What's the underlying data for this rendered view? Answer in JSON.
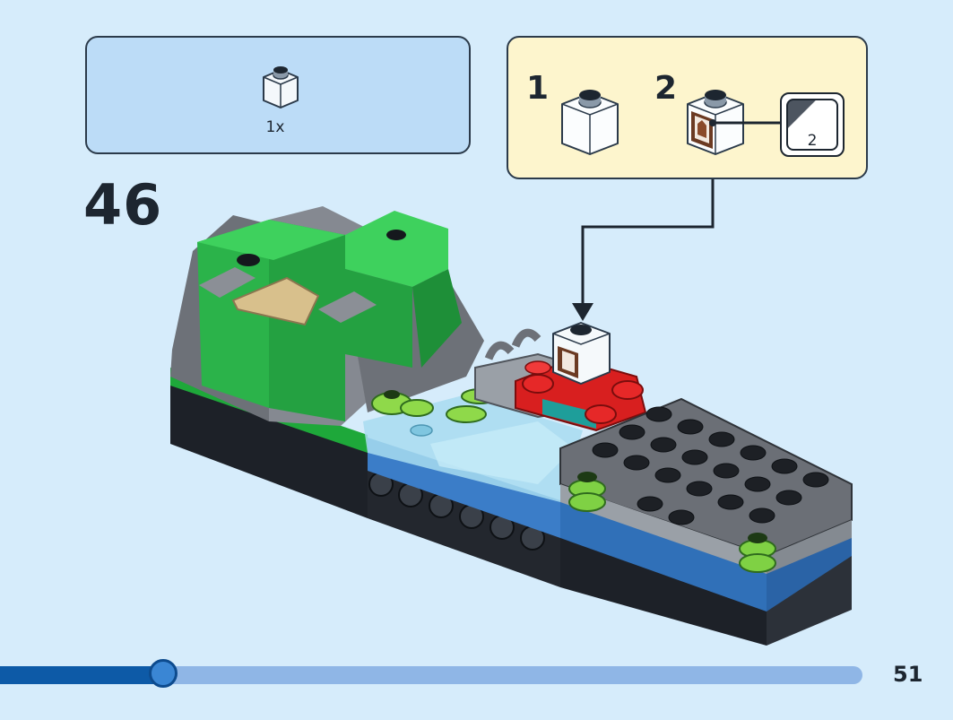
{
  "parts_list": {
    "quantity": "1x",
    "piece_icon": "transparent-brick-1x1-icon"
  },
  "sub_steps": [
    {
      "number": "1",
      "icon": "transparent-brick-1x1-icon"
    },
    {
      "number": "2",
      "icon": "brick-with-sticker-icon",
      "sticker_number": "2"
    }
  ],
  "step": {
    "number": "46"
  },
  "page": {
    "number": "51"
  },
  "progress": {
    "percent": 19
  },
  "colors": {
    "background": "#d6ecfb",
    "parts_panel": "#bcdcf7",
    "callout_panel": "#fdf5cd",
    "progress_fill": "#0d5aa7",
    "progress_track": "#8fb6e6"
  }
}
